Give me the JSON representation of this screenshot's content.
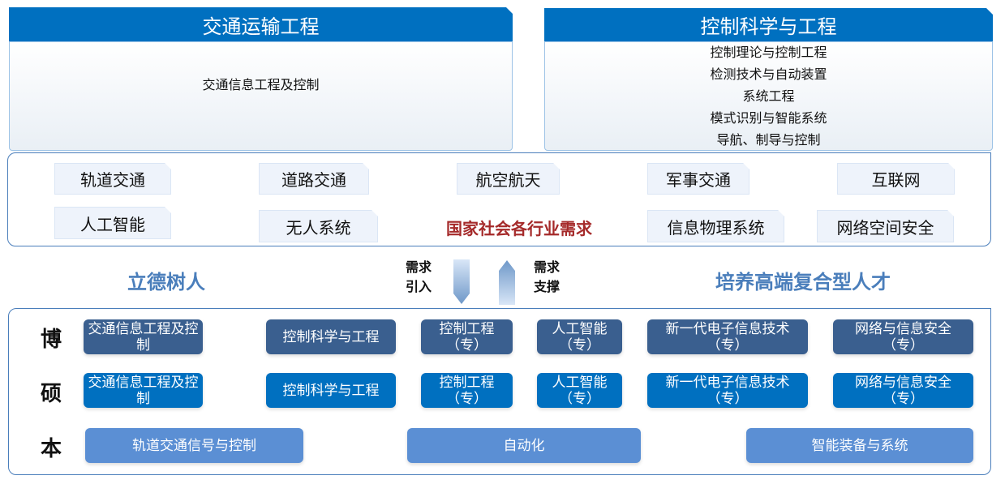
{
  "left": {
    "title": "交通运输工程",
    "items": [
      "交通信息工程及控制"
    ]
  },
  "right": {
    "title": "控制科学与工程",
    "items": [
      "控制理论与控制工程",
      "检测技术与自动装置",
      "系统工程",
      "模式识别与智能系统",
      "导航、制导与控制"
    ]
  },
  "demand": {
    "tags": [
      "轨道交通",
      "道路交通",
      "航空航天",
      "军事交通",
      "互联网",
      "人工智能",
      "无人系统",
      "信息物理系统",
      "网络空间安全"
    ],
    "center": "国家社会各行业需求"
  },
  "middle": {
    "left": "立德树人",
    "intro": [
      "需求",
      "引入"
    ],
    "support": [
      "需求",
      "支撑"
    ],
    "right": "培养高端复合型人才"
  },
  "levels": {
    "phd": {
      "label": "博",
      "items": [
        [
          "交通信息工程及控制"
        ],
        [
          "控制科学与工程"
        ],
        [
          "控制工程",
          "（专）"
        ],
        [
          "人工智能",
          "（专）"
        ],
        [
          "新一代电子信息技术",
          "（专）"
        ],
        [
          "网络与信息安全",
          "（专）"
        ]
      ]
    },
    "master": {
      "label": "硕",
      "items": [
        [
          "交通信息工程及控制"
        ],
        [
          "控制科学与工程"
        ],
        [
          "控制工程",
          "（专）"
        ],
        [
          "人工智能",
          "（专）"
        ],
        [
          "新一代电子信息技术",
          "（专）"
        ],
        [
          "网络与信息安全",
          "（专）"
        ]
      ]
    },
    "bachelor": {
      "label": "本",
      "items": [
        "轨道交通信号与控制",
        "自动化",
        "智能装备与系统"
      ]
    }
  },
  "colors": {
    "header": "#0070c0",
    "phd": "#3a5f8f",
    "master": "#0070c0",
    "bachelor": "#5b8fd4",
    "demand": "#a52a2a"
  }
}
